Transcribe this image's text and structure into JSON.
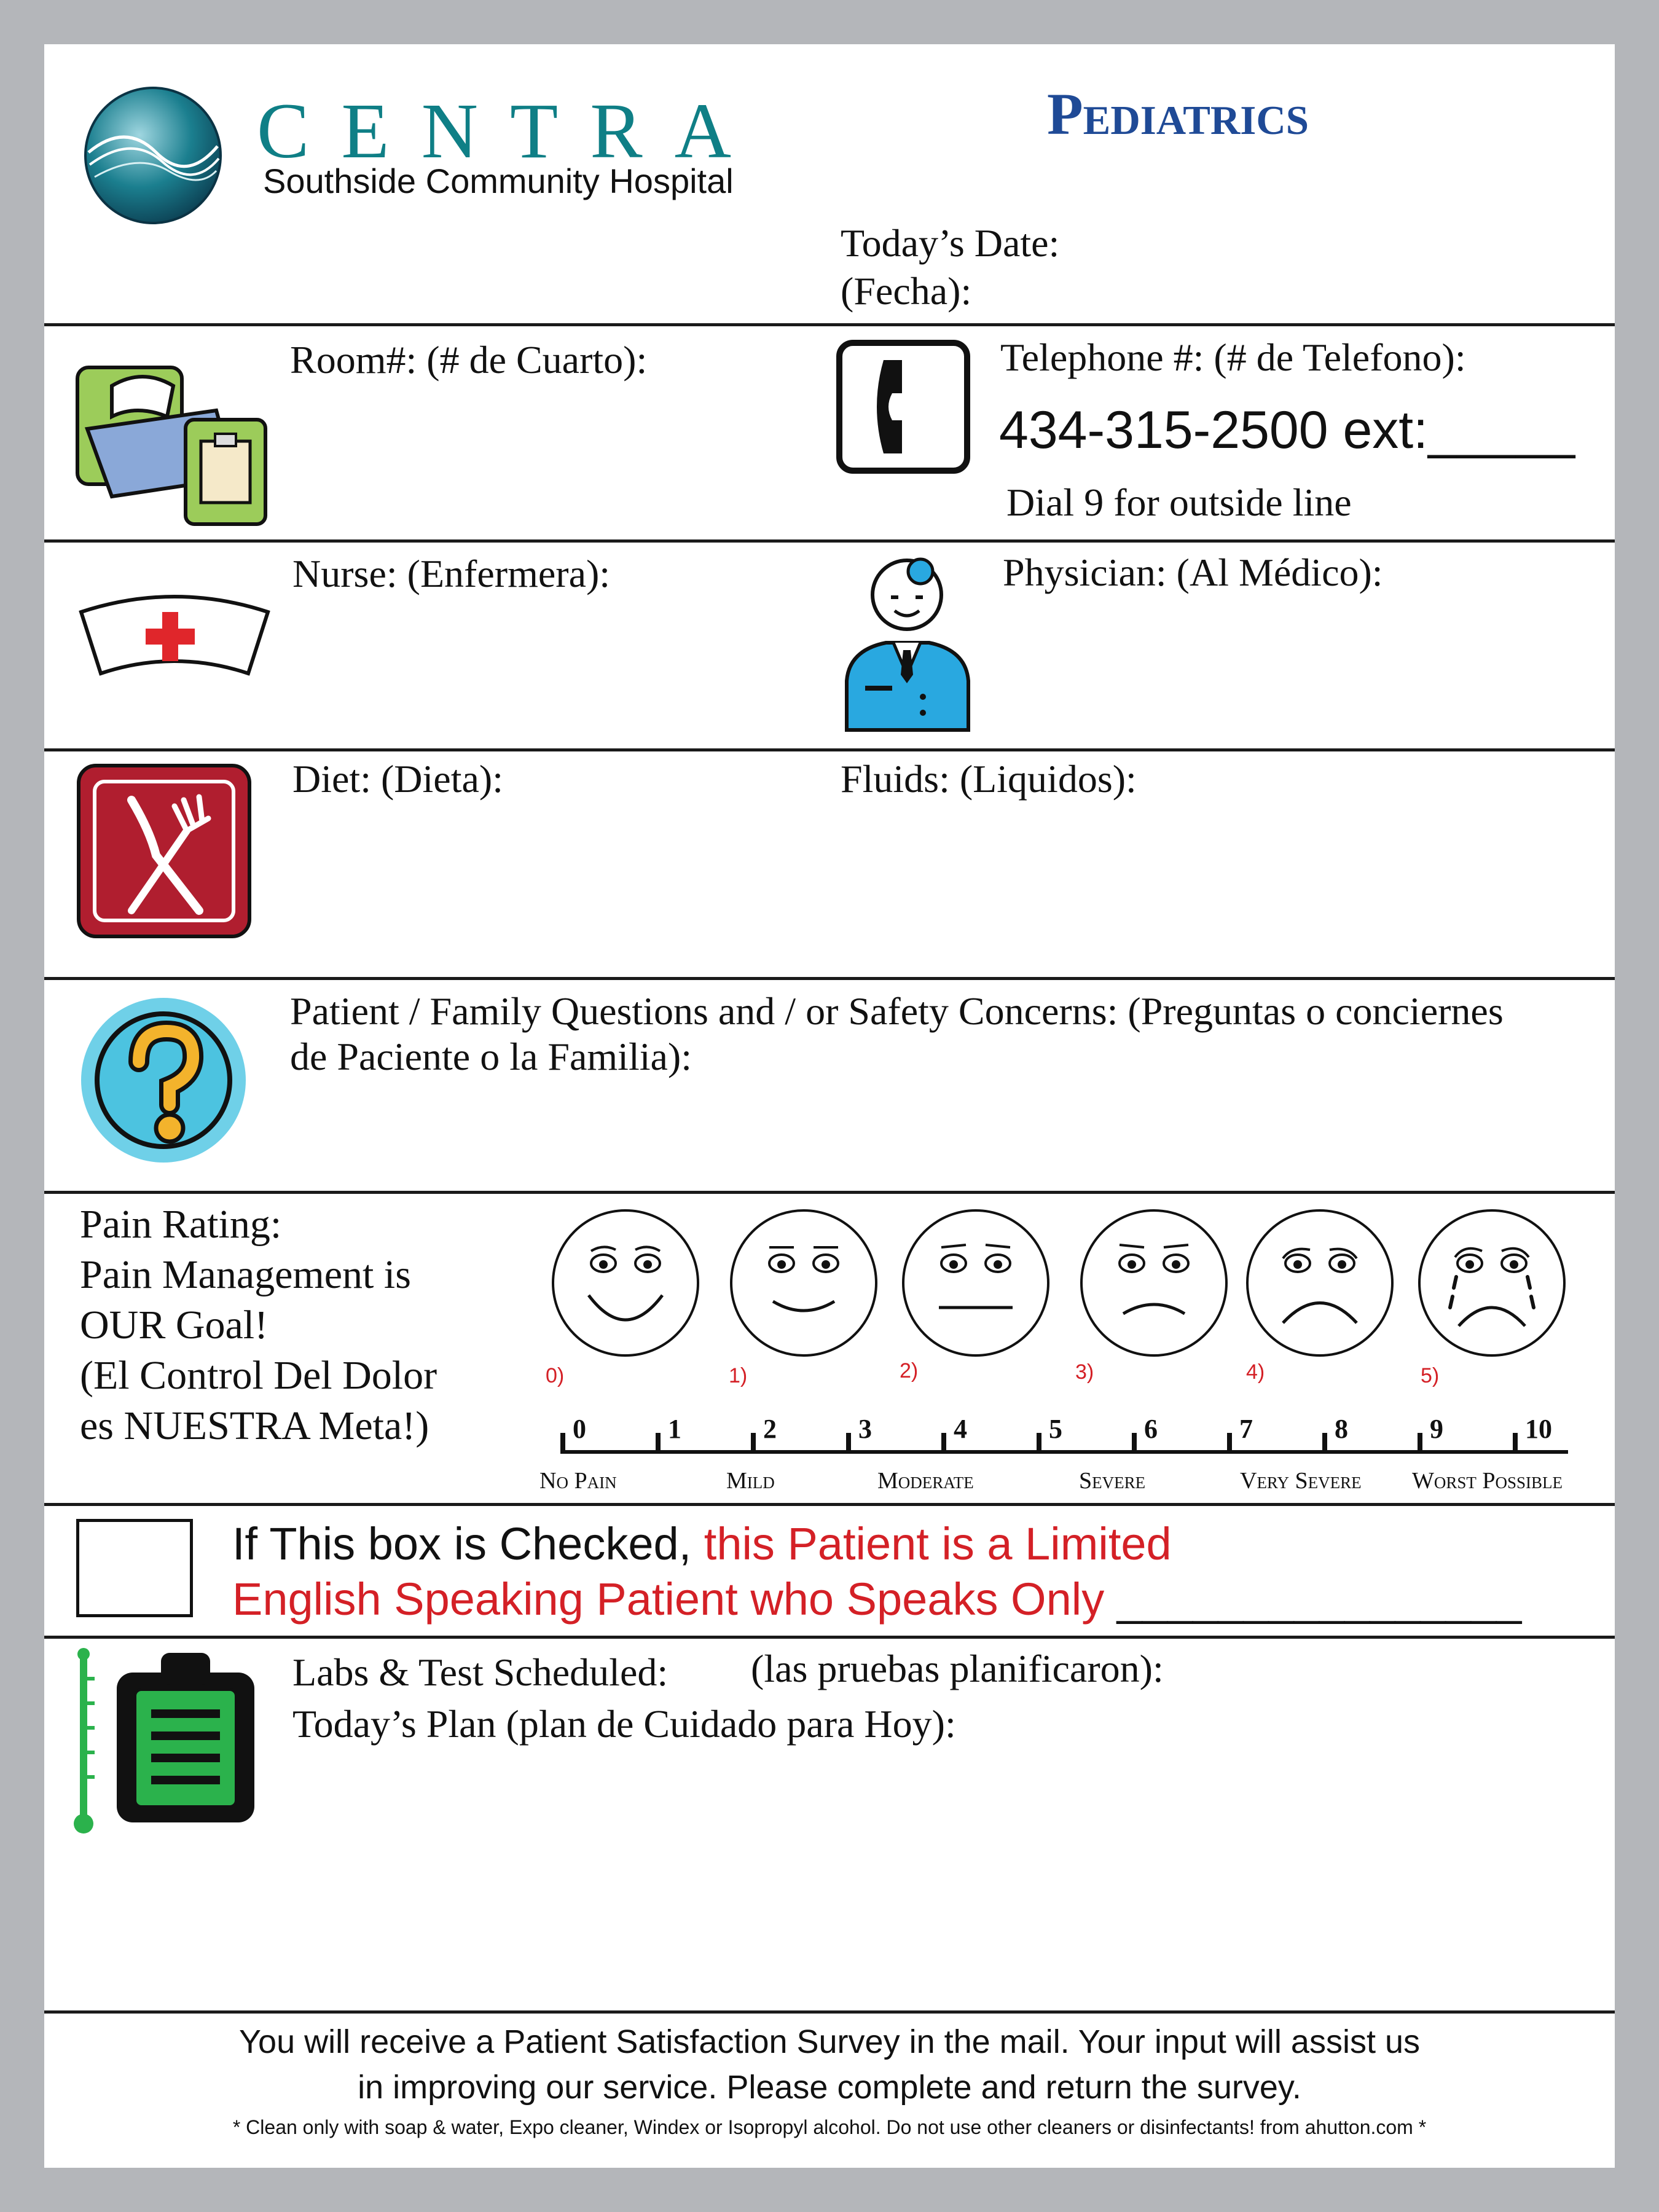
{
  "header": {
    "brand": "CENTRA",
    "hospital": "Southside Community Hospital",
    "department": "Pediatrics",
    "date_label": "Today’s Date:",
    "date_label_es": "(Fecha):"
  },
  "room": {
    "label": "Room#: (# de Cuarto):"
  },
  "telephone": {
    "label": "Telephone #: (# de Telefono):",
    "number": "434-315-2500 ext:",
    "blank": "_____",
    "note": "Dial 9 for outside line"
  },
  "nurse": {
    "label": "Nurse: (Enfermera):"
  },
  "physician": {
    "label": "Physician: (Al Médico):"
  },
  "diet": {
    "label": "Diet: (Dieta):"
  },
  "fluids": {
    "label": "Fluids: (Liquidos):"
  },
  "questions": {
    "line1": "Patient / Family Questions and / or Safety Concerns: (Preguntas o conciernes",
    "line2": "de Paciente o la  Familia):"
  },
  "pain": {
    "lines": [
      "Pain Rating:",
      "Pain Management is",
      "OUR Goal!",
      "(El Control Del Dolor",
      "es NUESTRA Meta!)"
    ],
    "faces": [
      "0)",
      "1)",
      "2)",
      "3)",
      "4)",
      "5)"
    ],
    "ticks": [
      "0",
      "1",
      "2",
      "3",
      "4",
      "5",
      "6",
      "7",
      "8",
      "9",
      "10"
    ],
    "scale_labels": [
      "No Pain",
      "Mild",
      "Moderate",
      "Severe",
      "Very Severe",
      "Worst Possible"
    ]
  },
  "language": {
    "black_text": "If This box is Checked,",
    "red_text1": "this Patient is a Limited",
    "red_text2": "English Speaking Patient who Speaks Only",
    "blank": "________________"
  },
  "labs": {
    "label": "Labs & Test Scheduled:",
    "label_es": "(las pruebas planificaron):",
    "plan": "Today’s Plan (plan de Cuidado para Hoy):"
  },
  "footer": {
    "line1": "You will receive a Patient Satisfaction Survey in the mail.  Your input will assist us",
    "line2": "in improving our service.  Please complete and return the survey.",
    "note": "* Clean only with soap & water, Expo cleaner, Windex or Isopropyl alcohol.  Do not use other cleaners or disinfectants!   from ahutton.com *"
  },
  "colors": {
    "brand_teal": "#0f7f86",
    "department_blue": "#1f4a96",
    "alert_red": "#d42026",
    "frame_gray": "#b4b6ba"
  },
  "icons": [
    "centra-logo-icon",
    "hospital-bed-icon",
    "telephone-icon",
    "nurse-cap-icon",
    "physician-icon",
    "utensils-icon",
    "question-icon",
    "thermometer-icon",
    "clipboard-icon"
  ]
}
